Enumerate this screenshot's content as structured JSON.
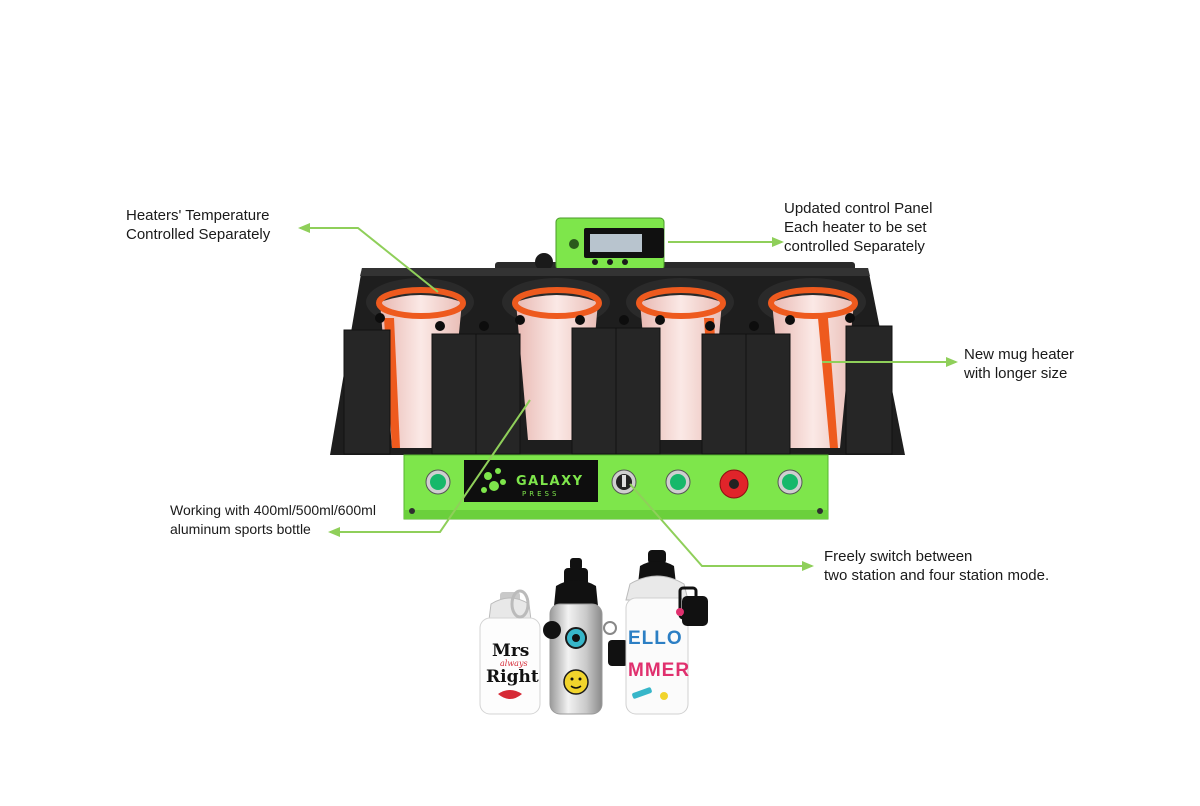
{
  "callouts": {
    "heaters_temp": {
      "line1": "Heaters' Temperature",
      "line2": "Controlled Separately"
    },
    "control_panel": {
      "line1": "Updated control Panel",
      "line2": "Each heater to be set",
      "line3": "controlled Separately"
    },
    "mug_heater": {
      "line1": "New mug heater",
      "line2": "with longer size"
    },
    "bottle_compat": {
      "line1": "Working with 400ml/500ml/600ml",
      "line2": "aluminum sports bottle"
    },
    "station_mode": {
      "line1": "Freely switch between",
      "line2": "two station and four station mode."
    }
  },
  "machine": {
    "brand": {
      "word1": "GALAXY",
      "word2": "PRESS"
    }
  },
  "bottles": {
    "left": {
      "line1": "Mrs",
      "line2": "always",
      "line3": "Right"
    },
    "right": {
      "line1": "ELLO",
      "line2": "MMER"
    }
  },
  "colors": {
    "arrow_green": "#8fcf5a",
    "machine_green": "#7ee64b",
    "heater_black": "#1e1e1e",
    "heater_orange": "#ee5a1e",
    "mug_pink": "#f7dcd8",
    "button_green": "#16b86a",
    "stop_red": "#e0242a"
  }
}
